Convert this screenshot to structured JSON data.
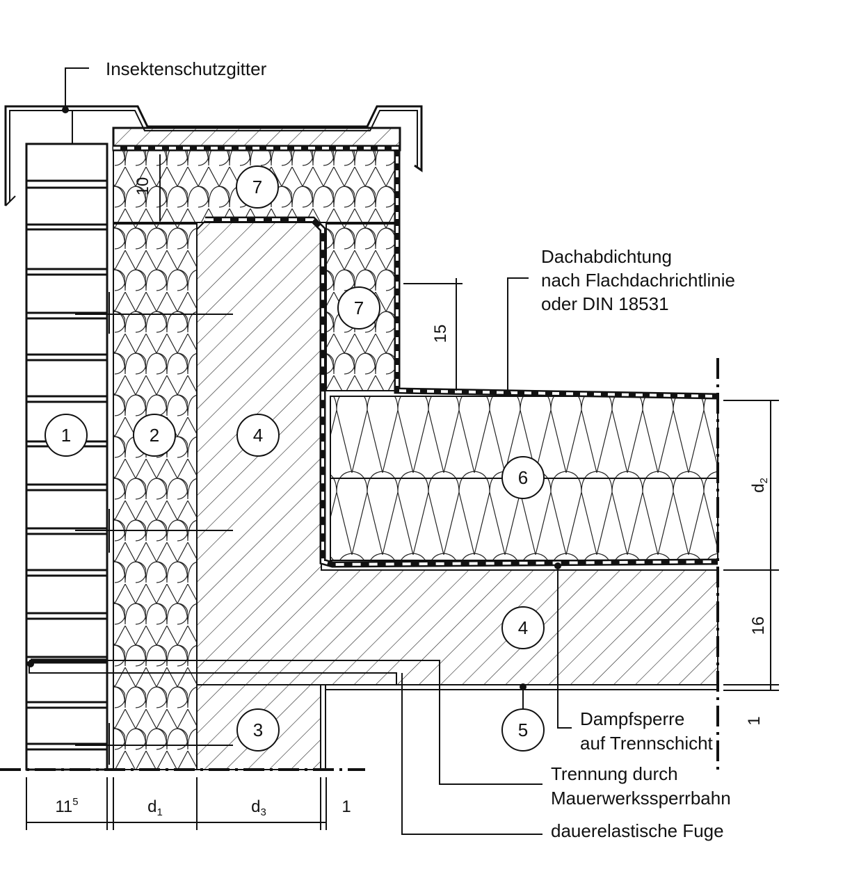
{
  "labels": {
    "insect_screen": "Insektenschutzgitter",
    "roof_sealing_1": "Dachabdichtung",
    "roof_sealing_2": "nach Flachdachrichtlinie",
    "roof_sealing_3": "oder DIN 18531",
    "vapor_barrier_1": "Dampfsperre",
    "vapor_barrier_2": "auf Trennschicht",
    "separation_1": "Trennung durch",
    "separation_2": "Mauerwerkssperrbahn",
    "joint": "dauerelastische Fuge"
  },
  "markers": {
    "m1": "1",
    "m2": "2",
    "m3": "3",
    "m4a": "4",
    "m4b": "4",
    "m5": "5",
    "m6": "6",
    "m7a": "7",
    "m7b": "7"
  },
  "dimensions": {
    "d10": "10",
    "d15": "15",
    "d16": "16",
    "d1_right": "1",
    "d2_base": "d",
    "d2_sub": "2",
    "bottom_11_base": "11",
    "bottom_11_sup": "5",
    "bottom_d1_base": "d",
    "bottom_d1_sub": "1",
    "bottom_d3_base": "d",
    "bottom_d3_sub": "3",
    "bottom_1": "1"
  }
}
